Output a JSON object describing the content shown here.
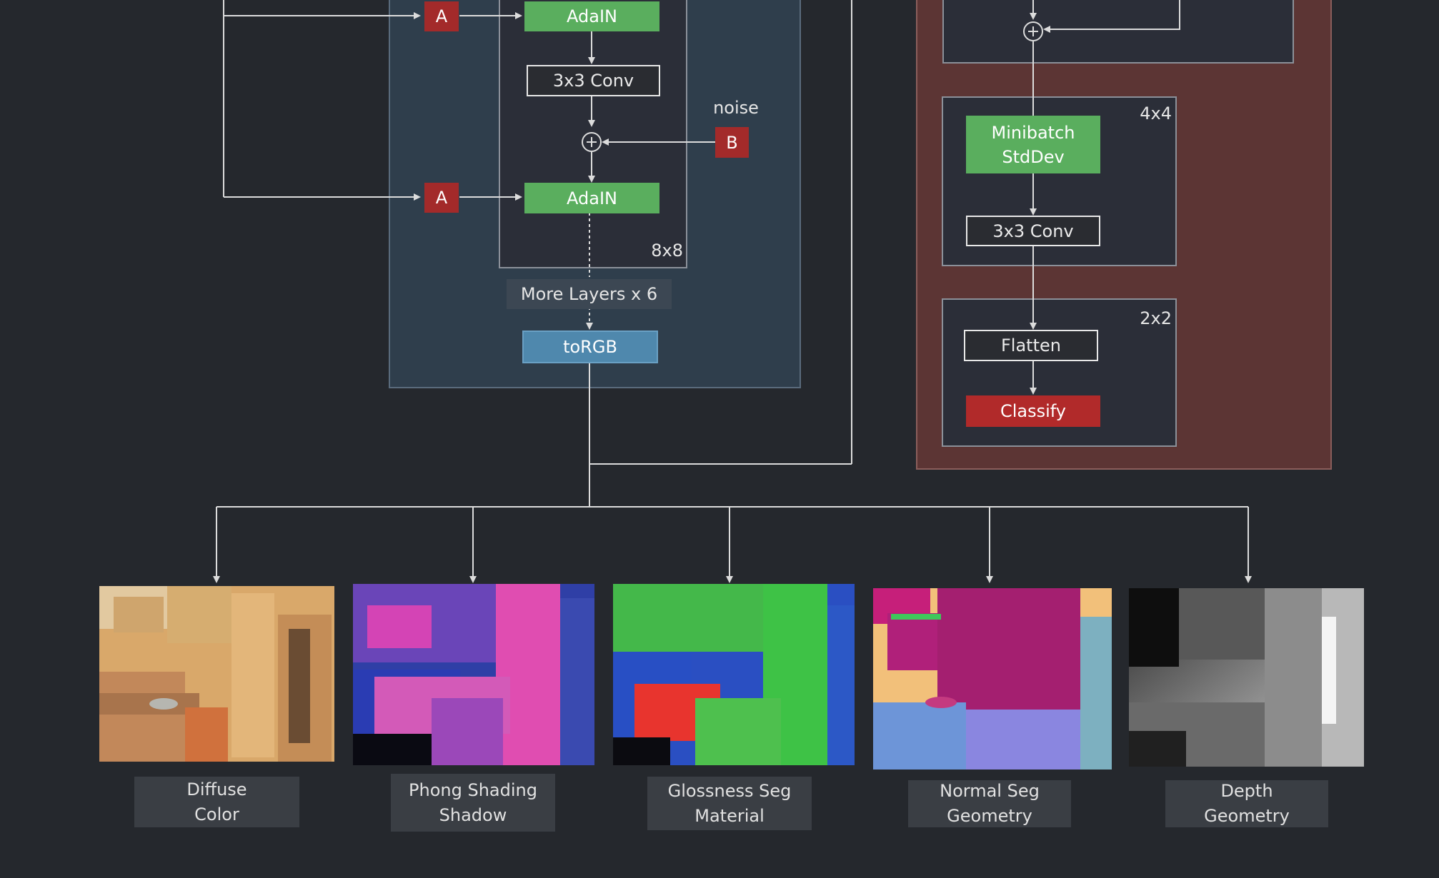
{
  "generator": {
    "adain_top": "AdaIN",
    "conv": "3x3 Conv",
    "noise_label": "noise",
    "adain_bottom": "AdaIN",
    "style_a_top": "A",
    "style_a_bottom": "A",
    "noise_b": "B",
    "res_label": "8x8",
    "more_layers": "More Layers x 6",
    "to_rgb": "toRGB"
  },
  "discriminator": {
    "block4_res": "4x4",
    "minibatch": "Minibatch\nStdDev",
    "conv": "3x3 Conv",
    "block2_res": "2x2",
    "flatten": "Flatten",
    "classify": "Classify"
  },
  "outputs": [
    {
      "caption": "Diffuse\nColor",
      "icon": "diffuse-color-image"
    },
    {
      "caption": "Phong Shading\nShadow",
      "icon": "phong-shading-image"
    },
    {
      "caption": "Glossness Seg\nMaterial",
      "icon": "glossness-seg-image"
    },
    {
      "caption": "Normal Seg\nGeometry",
      "icon": "normal-seg-image"
    },
    {
      "caption": "Depth\nGeometry",
      "icon": "depth-image"
    }
  ],
  "colors": {
    "background": "#25282d",
    "generator_panel": "#2f3e4c",
    "discriminator_panel": "#5c3534",
    "style_badge": "#a32a2a",
    "adain": "#5aae5e",
    "torgb": "#4f88ad",
    "classify": "#b12a2a",
    "connector": "#dcdcdc"
  }
}
